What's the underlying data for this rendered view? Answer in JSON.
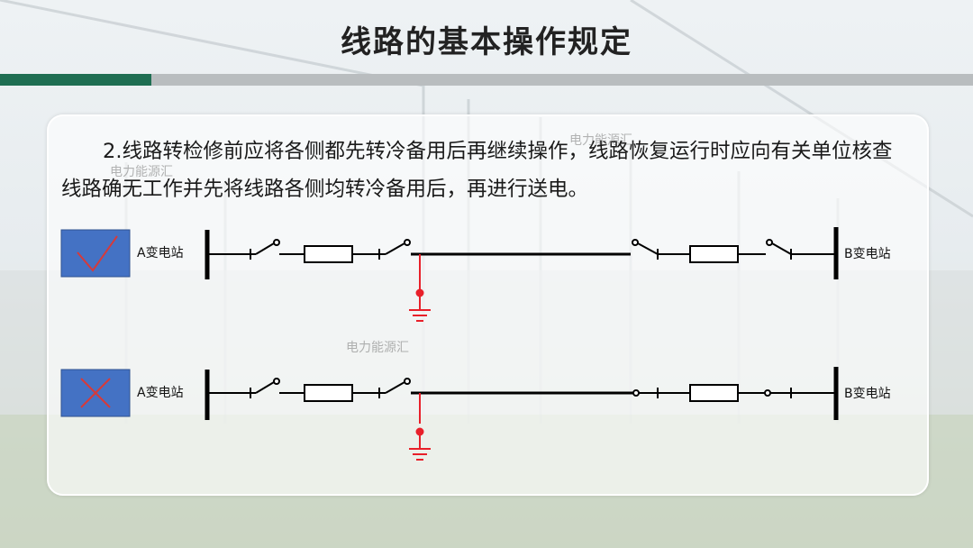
{
  "title": "线路的基本操作规定",
  "paragraph": "2.线路转检修前应将各侧都先转冷备用后再继续操作，线路恢复运行时应向有关单位核查线路确无工作并先将线路各侧均转冷备用后，再进行送电。",
  "watermark_text": "电力能源汇",
  "diagram": {
    "rows": [
      {
        "mark": "check-icon",
        "left_station": "A变电站",
        "right_station": "B变电站"
      },
      {
        "mark": "cross-icon",
        "left_station": "A变电站",
        "right_station": "B变电站"
      }
    ]
  },
  "colors": {
    "title_bar_accent": "#1f6e52",
    "title_bar_gray": "#b9bdbf",
    "mark_box": "#4472c4",
    "mark_symbol": "#d63a3a",
    "ground": "#e8202a"
  }
}
